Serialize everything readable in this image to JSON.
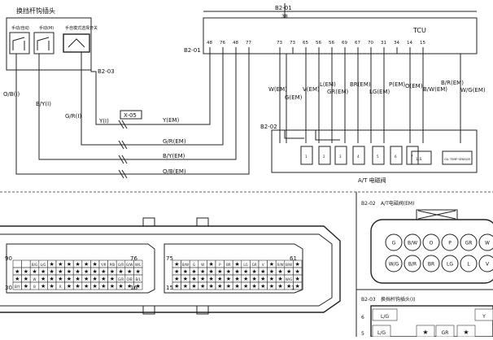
{
  "top": {
    "switch_title": "换挡杆钩插头",
    "switch_sub": [
      "手动/自动",
      "手动(M)",
      "手自模式选择开关"
    ],
    "switch_conn": "B2-03",
    "tcu_label": "TCU",
    "tcu_conn": "B2-01",
    "tcu_top_conn": "B2-01",
    "tcu_top_pin": "38",
    "pins": [
      "48",
      "76",
      "48",
      "77",
      "73",
      "73",
      "65",
      "56",
      "56",
      "69",
      "67",
      "70",
      "31",
      "34",
      "14",
      "15"
    ],
    "wires_top": [
      "W(EM)",
      "G(EM)",
      "V(EM)",
      "L(EM)",
      "GR(EM)",
      "BR(EM)",
      "LG(EM)",
      "P(EM)",
      "O(EM)",
      "B/W(EM)",
      "B/R(EM)",
      "W/G(EM)"
    ],
    "left_wires": [
      "O/B(I)",
      "B/Y(I)",
      "G/R(I)",
      "Y(I)"
    ],
    "x_conn": "X-05",
    "bottom_wires": [
      "Y(EM)",
      "G/R(EM)",
      "B/Y(EM)",
      "O/B(EM)"
    ],
    "b2_02": "B2-02",
    "valve_label": "A/T 电磁阀",
    "valve_items": [
      "1",
      "2",
      "3",
      "4",
      "5",
      "6",
      "7",
      "1LS",
      "OIL TEMP SENSOR"
    ]
  },
  "bottom_left": {
    "left_nums": [
      "90",
      "76",
      "30",
      "16"
    ],
    "right_nums": [
      "75",
      "61",
      "15",
      "1"
    ],
    "left_row1": [
      "",
      "",
      "B/G",
      "L/G",
      "★",
      "★",
      "★",
      "★",
      "★",
      "★",
      "Y/R",
      "P/B",
      "G/R",
      "G/W",
      "W/L"
    ],
    "left_row2": [
      "★",
      "★",
      "★",
      "★",
      "★",
      "★",
      "★",
      "★",
      "★",
      "★",
      "★",
      "★",
      "★",
      "★",
      "★"
    ],
    "left_row3": [
      "★",
      "★",
      "W",
      "★",
      "★",
      "★",
      "★",
      "★",
      "★",
      "★",
      "★",
      "★",
      "G/R",
      "O/B",
      "B/L"
    ],
    "left_row4": [
      "B/Y",
      "★",
      "B",
      "★",
      "★",
      "R",
      "★",
      "★",
      "★",
      "★",
      "★",
      "★",
      "★",
      "★",
      "★"
    ],
    "right_row1": [
      "★",
      "B/W",
      "G",
      "W",
      "★",
      "P",
      "BR",
      "★",
      "LG",
      "GR",
      "V",
      "★",
      "R/W",
      "B/W",
      "★"
    ],
    "right_row2": [
      "★",
      "★",
      "★",
      "★",
      "★",
      "★",
      "★",
      "★",
      "★",
      "★",
      "★",
      "★",
      "★",
      "★",
      "★"
    ],
    "right_row3": [
      "★",
      "★",
      "★",
      "★",
      "★",
      "★",
      "★",
      "★",
      "★",
      "★",
      "★",
      "★",
      "★",
      "W/G",
      "★"
    ],
    "right_row4": [
      "★",
      "★",
      "★",
      "★",
      "★",
      "★",
      "★",
      "★",
      "★",
      "★",
      "★",
      "★",
      "★",
      "★",
      "★"
    ]
  },
  "bottom_right": {
    "b2_02_title": "B2-02",
    "b2_02_sub": "A/T电磁阀(EM)",
    "row1": [
      "G",
      "B/W",
      "O",
      "P",
      "GR",
      "W"
    ],
    "row2": [
      "W/G",
      "B/R",
      "BR",
      "LG",
      "L",
      "V"
    ],
    "b2_03_title": "B2-03",
    "b2_03_sub": "换挡杆钩插头(I)",
    "b2_03_r1": [
      "L/G",
      "Y"
    ],
    "b2_03_r2": [
      "L/G",
      "★",
      "GR",
      "★"
    ],
    "b2_03_left": [
      "6",
      "5"
    ]
  }
}
